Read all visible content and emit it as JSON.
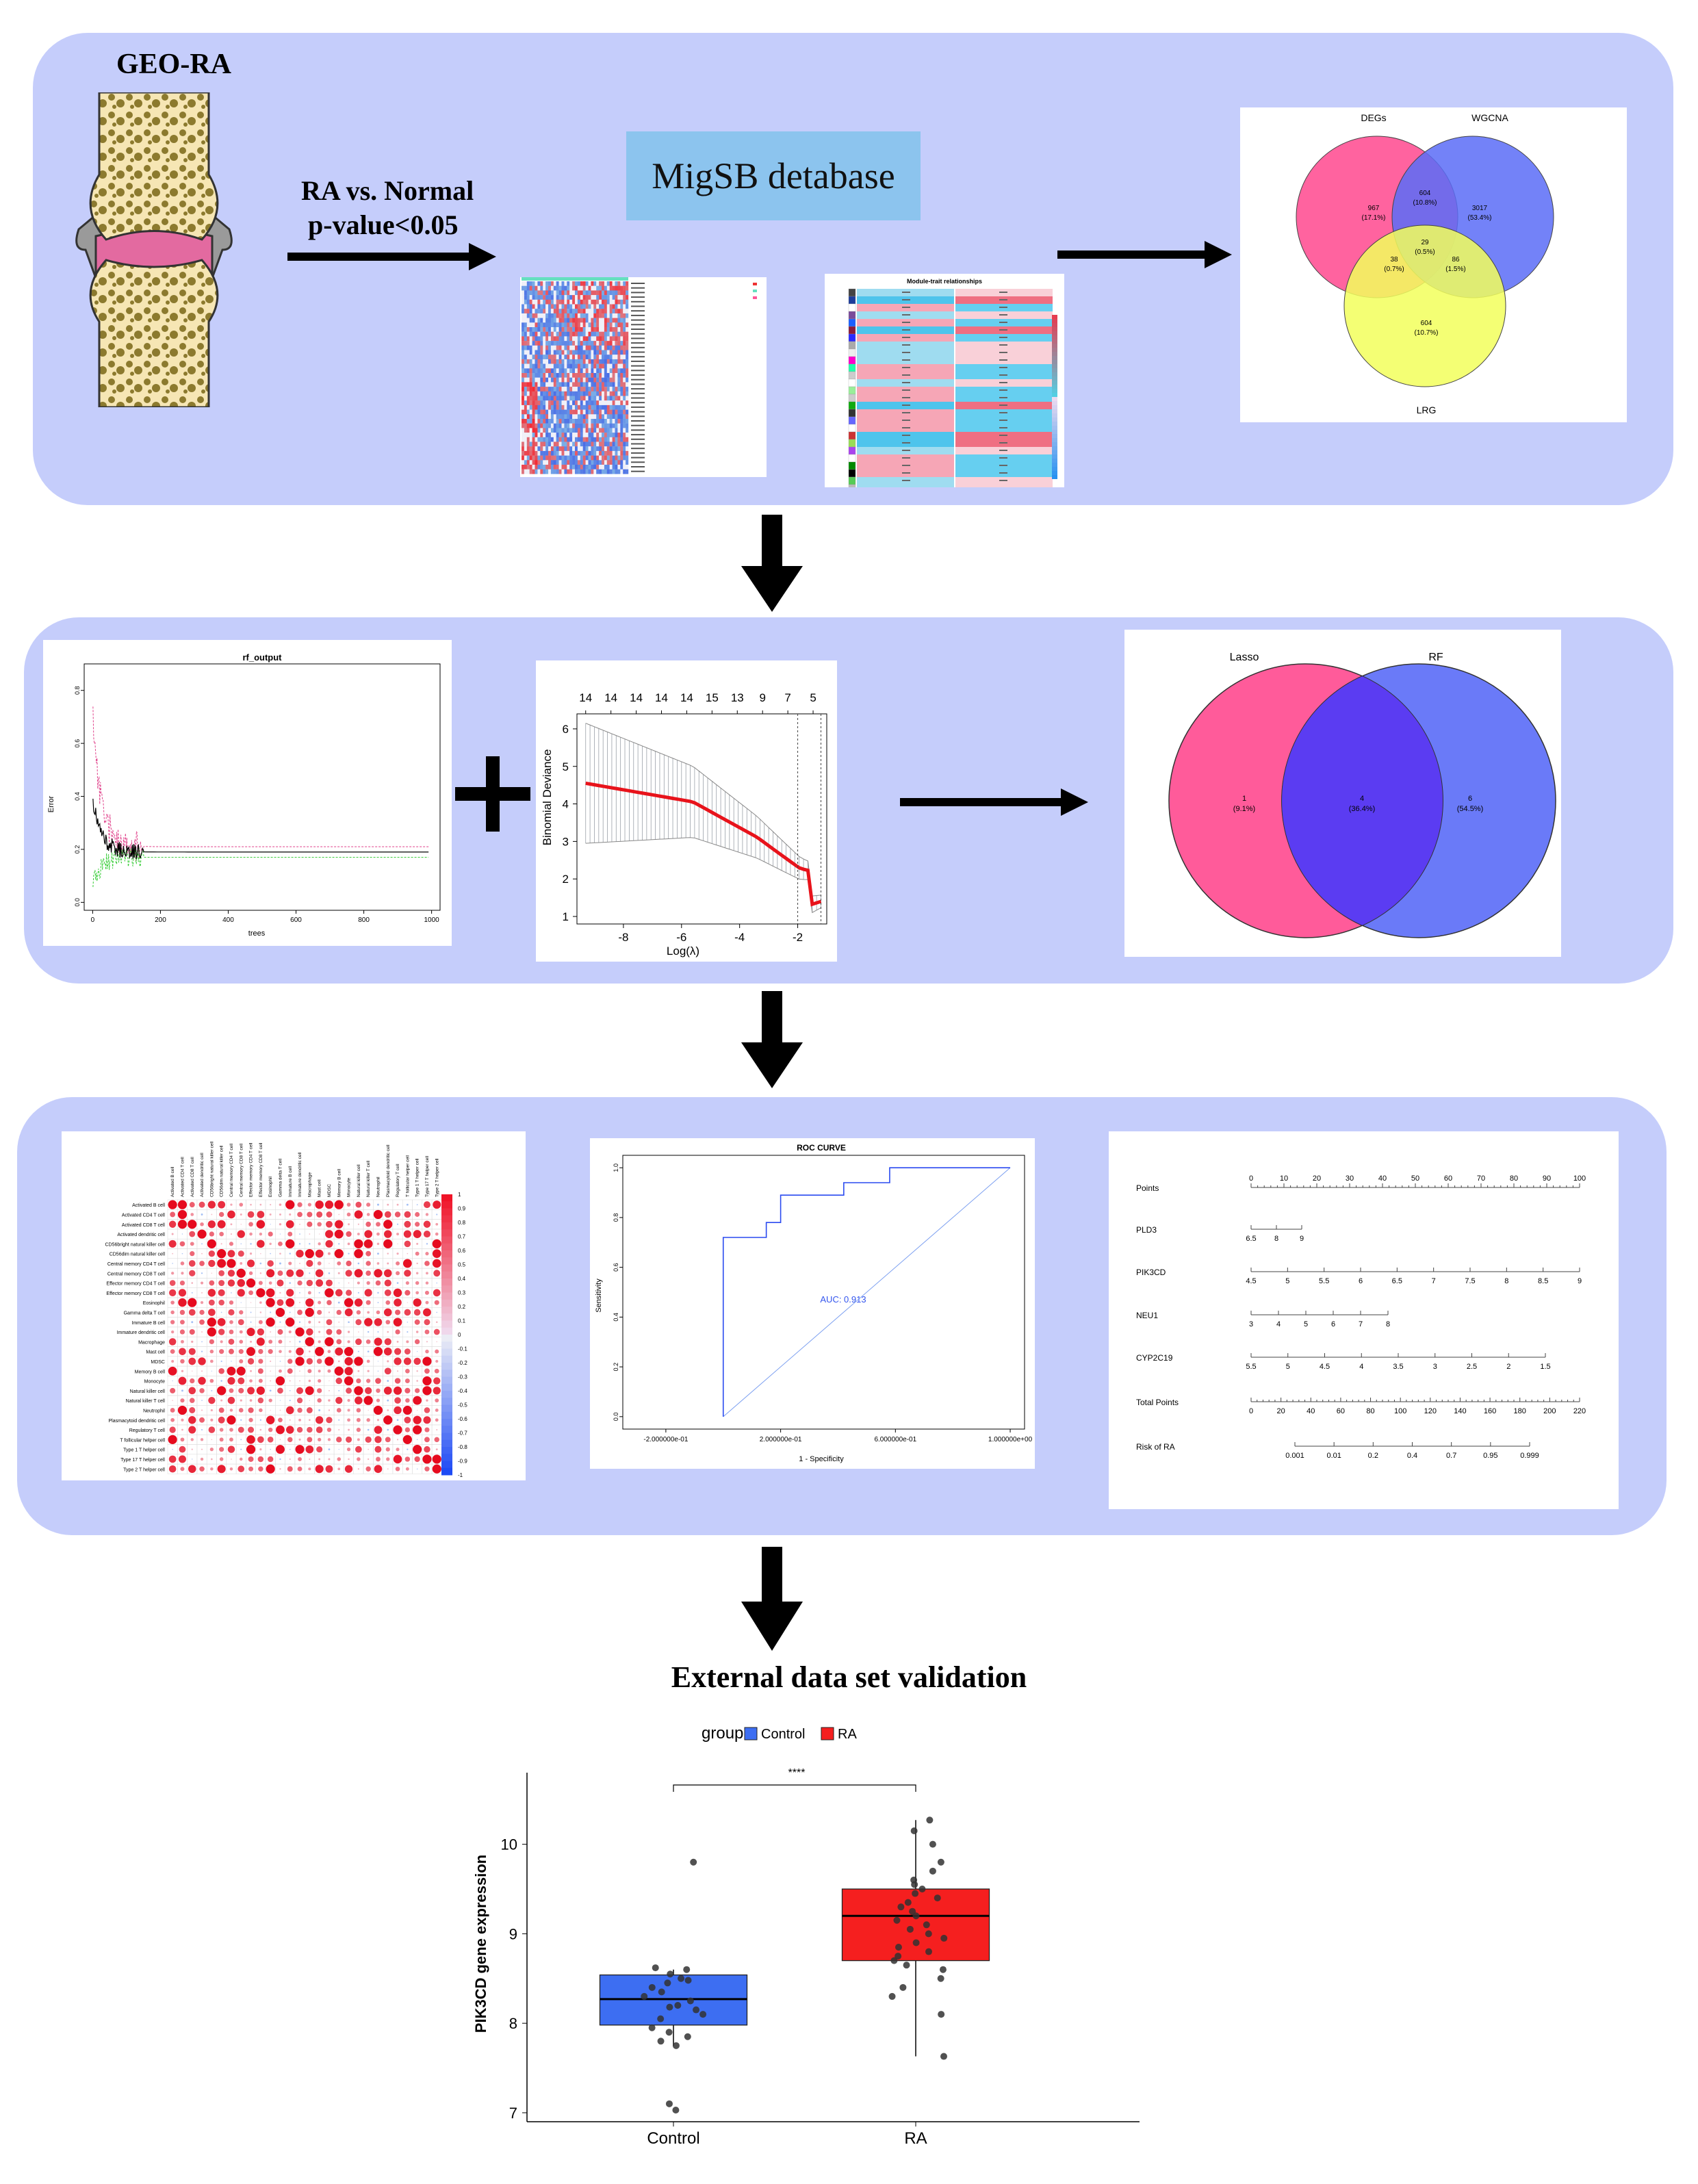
{
  "colors": {
    "panel": "#c5cdfb",
    "pink": "#ff5b9a",
    "blue": "#5a6cf7",
    "yellow": "#f2ff5c",
    "control": "#3d6ef2",
    "ra": "#f51f1f"
  },
  "stage1": {
    "title": "GEO-RA",
    "comparison": "RA vs. Normal",
    "pvalue": "p-value<0.05",
    "database": "MigSB detabase",
    "wgcna_title": "Module-trait relationships",
    "venn": {
      "labels": [
        "DEGs",
        "WGCNA",
        "LRG"
      ],
      "regions": [
        {
          "value": "967",
          "pct": "(17.1%)"
        },
        {
          "value": "604",
          "pct": "(10.8%)"
        },
        {
          "value": "3017",
          "pct": "(53.4%)"
        },
        {
          "value": "38",
          "pct": "(0.7%)"
        },
        {
          "value": "29",
          "pct": "(0.5%)"
        },
        {
          "value": "86",
          "pct": "(1.5%)"
        },
        {
          "value": "604",
          "pct": "(10.7%)"
        }
      ]
    }
  },
  "stage2": {
    "rf": {
      "title": "rf_output",
      "xlabel": "trees",
      "ylabel": "Error",
      "xticks": [
        "0",
        "200",
        "400",
        "600",
        "800",
        "1000"
      ],
      "yticks": [
        "0.0",
        "0.2",
        "0.4",
        "0.6",
        "0.8"
      ]
    },
    "lasso": {
      "xlabel": "Log(λ)",
      "ylabel": "Binomial Deviance",
      "top_ticks": [
        "14",
        "14",
        "14",
        "14",
        "14",
        "15",
        "13",
        "9",
        "7",
        "5"
      ],
      "xticks": [
        "-8",
        "-6",
        "-4",
        "-2"
      ],
      "yticks": [
        "1",
        "2",
        "3",
        "4",
        "5",
        "6"
      ]
    },
    "venn": {
      "labels": [
        "Lasso",
        "RF"
      ],
      "regions": [
        {
          "value": "1",
          "pct": "(9.1%)"
        },
        {
          "value": "4",
          "pct": "(36.4%)"
        },
        {
          "value": "6",
          "pct": "(54.5%)"
        }
      ]
    }
  },
  "stage3": {
    "cells": [
      "Activated B cell",
      "Activated CD4 T cell",
      "Activated CD8 T cell",
      "Activated dendritic cell",
      "CD56bright natural killer cell",
      "CD56dim natural killer cell",
      "Central memory CD4 T cell",
      "Central memory CD8 T cell",
      "Effector memory CD4 T cell",
      "Effector memory CD8 T cell",
      "Eosinophil",
      "Gamma delta T cell",
      "Immature  B cell",
      "Immature dendritic cell",
      "Macrophage",
      "Mast cell",
      "MDSC",
      "Memory B cell",
      "Monocyte",
      "Natural killer cell",
      "Natural killer T cell",
      "Neutrophil",
      "Plasmacytoid dendritic cell",
      "Regulatory T cell",
      "T follicular helper cell",
      "Type 1 T helper cell",
      "Type 17 T helper cell",
      "Type 2 T helper cell"
    ],
    "scale": [
      "1",
      "0.9",
      "0.8",
      "0.7",
      "0.6",
      "0.5",
      "0.4",
      "0.3",
      "0.2",
      "0.1",
      "0",
      "-0.1",
      "-0.2",
      "-0.3",
      "-0.4",
      "-0.5",
      "-0.6",
      "-0.7",
      "-0.8",
      "-0.9",
      "-1"
    ],
    "roc": {
      "title": "ROC CURVE",
      "xlabel": "1 - Specificity",
      "ylabel": "Sensitivity",
      "auc": "AUC: 0.913",
      "xticks": [
        "-2.000000e-01",
        "2.000000e-01",
        "6.000000e-01",
        "1.000000e+00"
      ],
      "yticks": [
        "0.0",
        "0.2",
        "0.4",
        "0.6",
        "0.8",
        "1.0"
      ]
    },
    "nomogram": [
      {
        "label": "Points",
        "ticks": [
          "0",
          "10",
          "20",
          "30",
          "40",
          "50",
          "60",
          "70",
          "80",
          "90",
          "100"
        ]
      },
      {
        "label": "PLD3",
        "ticks": [
          "6.5",
          "8",
          "9"
        ]
      },
      {
        "label": "PIK3CD",
        "ticks": [
          "4.5",
          "5",
          "5.5",
          "6",
          "6.5",
          "7",
          "7.5",
          "8",
          "8.5",
          "9"
        ]
      },
      {
        "label": "NEU1",
        "ticks": [
          "3",
          "4",
          "5",
          "6",
          "7",
          "8"
        ]
      },
      {
        "label": "CYP2C19",
        "ticks": [
          "5.5",
          "5",
          "4.5",
          "4",
          "3.5",
          "3",
          "2.5",
          "2",
          "1.5"
        ]
      },
      {
        "label": "Total Points",
        "ticks": [
          "0",
          "20",
          "40",
          "60",
          "80",
          "100",
          "120",
          "140",
          "160",
          "180",
          "200",
          "220"
        ]
      },
      {
        "label": "Risk of RA",
        "ticks": [
          "0.001",
          "0.01",
          "0.2",
          "0.4",
          "0.7",
          "0.95",
          "0.999"
        ]
      }
    ]
  },
  "stage4": {
    "title": "External data set validation",
    "legend_title": "group",
    "sig": "****",
    "ylabel": "PIK3CD gene expression",
    "chart_data": {
      "type": "box",
      "categories": [
        "Control",
        "RA"
      ],
      "ylim": [
        6.9,
        10.8
      ],
      "yticks": [
        "7",
        "8",
        "9",
        "10"
      ],
      "series": [
        {
          "name": "Control",
          "q1": 7.98,
          "median": 8.27,
          "q3": 8.54,
          "min": 7.75,
          "max": 8.6,
          "outliers": [
            9.8,
            7.1,
            7.03
          ],
          "points": [
            8.55,
            8.5,
            8.62,
            8.45,
            8.4,
            8.3,
            8.25,
            8.2,
            8.15,
            8.1,
            8.05,
            7.95,
            7.9,
            7.85,
            7.8,
            7.75,
            8.35,
            8.6,
            8.48,
            8.18
          ]
        },
        {
          "name": "RA",
          "q1": 8.7,
          "median": 9.2,
          "q3": 9.5,
          "min": 7.63,
          "max": 10.27,
          "outliers": [],
          "points": [
            10.27,
            10.15,
            10.0,
            9.8,
            9.7,
            9.6,
            9.55,
            9.5,
            9.45,
            9.4,
            9.35,
            9.3,
            9.25,
            9.2,
            9.15,
            9.1,
            9.05,
            9.0,
            8.95,
            8.9,
            8.85,
            8.8,
            8.75,
            8.7,
            8.65,
            8.6,
            8.5,
            8.4,
            8.3,
            8.1,
            7.63
          ]
        }
      ]
    }
  }
}
